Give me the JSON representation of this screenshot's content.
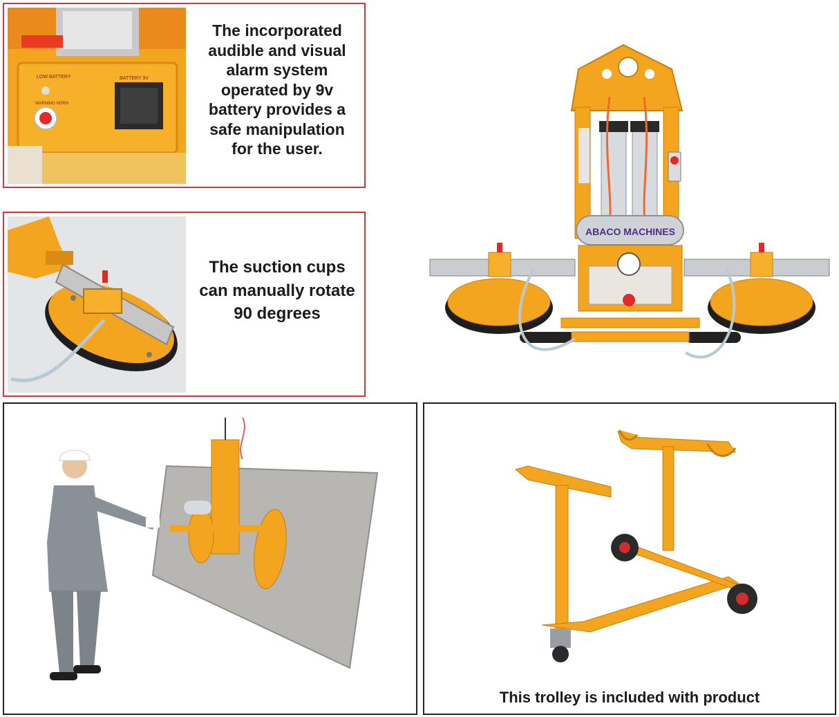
{
  "alarm_panel": {
    "caption": "The incorporated\naudible and visual\nalarm system\noperated by 9v\nbattery provides a\nsafe manipulation\nfor the user.",
    "photo_labels": {
      "low_battery": "LOW BATTERY",
      "battery": "BATTERY 9V",
      "warning_horn": "WARNING HORN"
    }
  },
  "cups_panel": {
    "caption": "The suction cups\ncan manually rotate\n90 degrees"
  },
  "lifter_panel": {
    "brand_label": "ABACO MACHINES"
  },
  "trolley_panel": {
    "caption": "This trolley is included with product"
  },
  "colors": {
    "frame_red": "#d9343c",
    "frame_black": "#222222",
    "machine_orange": "#f3a41c",
    "pad_black": "#222222"
  }
}
